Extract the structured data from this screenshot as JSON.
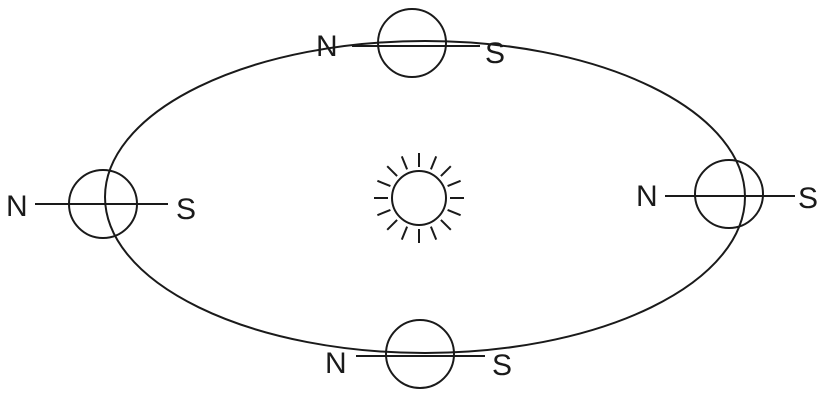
{
  "diagram": {
    "labels": {
      "north": "N",
      "south": "S"
    },
    "positions": [
      "top",
      "left",
      "right",
      "bottom"
    ],
    "colors": {
      "line": "#1a1a1a",
      "background": "#ffffff"
    },
    "icons": {
      "center": "sun-icon",
      "planet": "earth-globe-icon"
    }
  }
}
